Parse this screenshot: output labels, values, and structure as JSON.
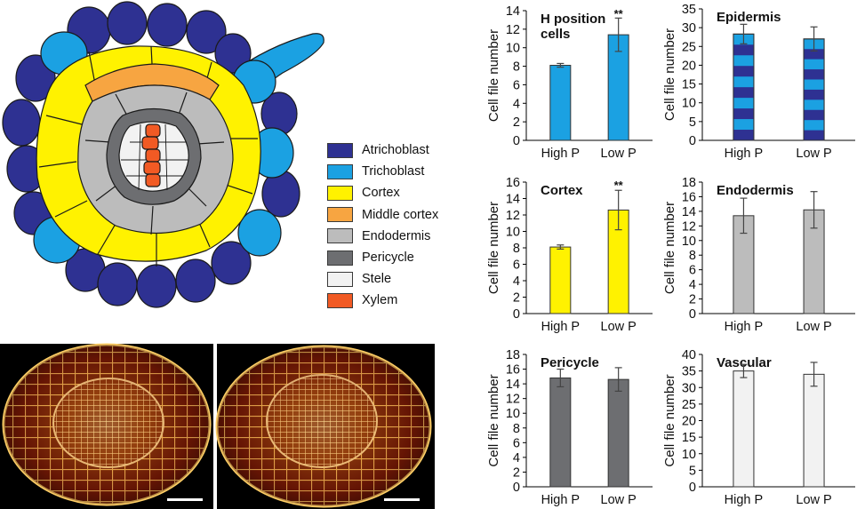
{
  "legend": {
    "items": [
      {
        "label": "Atrichoblast",
        "color": "#2e3192"
      },
      {
        "label": "Trichoblast",
        "color": "#1ba1e2"
      },
      {
        "label": "Cortex",
        "color": "#fff200"
      },
      {
        "label": "Middle cortex",
        "color": "#f7a541"
      },
      {
        "label": "Endodermis",
        "color": "#bcbcbc"
      },
      {
        "label": "Pericycle",
        "color": "#6d6e71"
      },
      {
        "label": "Stele",
        "color": "#f2f2f2"
      },
      {
        "label": "Xylem",
        "color": "#f15a24"
      }
    ]
  },
  "chart_data": [
    {
      "type": "bar",
      "title": "H position cells",
      "ylabel": "Cell file number",
      "categories": [
        "High P",
        "Low P"
      ],
      "values": [
        8.1,
        11.4
      ],
      "errors": [
        0.2,
        1.8
      ],
      "significance": [
        "",
        "**"
      ],
      "ylim": [
        0,
        14
      ],
      "yticks": [
        0,
        2,
        4,
        6,
        8,
        10,
        12,
        14
      ],
      "color": "#1ba1e2",
      "pattern": "solid"
    },
    {
      "type": "bar",
      "title": "Epidermis",
      "ylabel": "Cell file number",
      "categories": [
        "High P",
        "Low P"
      ],
      "values": [
        28.3,
        27.0
      ],
      "errors": [
        2.6,
        3.2
      ],
      "significance": [
        "",
        ""
      ],
      "ylim": [
        0,
        35
      ],
      "yticks": [
        0,
        5,
        10,
        15,
        20,
        25,
        30,
        35
      ],
      "color": "#1ba1e2",
      "stripe_color": "#2e3192",
      "pattern": "striped"
    },
    {
      "type": "bar",
      "title": "Cortex",
      "ylabel": "Cell file number",
      "categories": [
        "High P",
        "Low P"
      ],
      "values": [
        8.1,
        12.6
      ],
      "errors": [
        0.25,
        2.4
      ],
      "significance": [
        "",
        "**"
      ],
      "ylim": [
        0,
        16
      ],
      "yticks": [
        0,
        2,
        4,
        6,
        8,
        10,
        12,
        14,
        16
      ],
      "color": "#fff200",
      "pattern": "solid"
    },
    {
      "type": "bar",
      "title": "Endodermis",
      "ylabel": "Cell file number",
      "categories": [
        "High P",
        "Low P"
      ],
      "values": [
        13.4,
        14.2
      ],
      "errors": [
        2.4,
        2.5
      ],
      "significance": [
        "",
        ""
      ],
      "ylim": [
        0,
        18
      ],
      "yticks": [
        0,
        2,
        4,
        6,
        8,
        10,
        12,
        14,
        16,
        18
      ],
      "color": "#bcbcbc",
      "pattern": "solid"
    },
    {
      "type": "bar",
      "title": "Pericycle",
      "ylabel": "Cell file number",
      "categories": [
        "High P",
        "Low P"
      ],
      "values": [
        14.8,
        14.6
      ],
      "errors": [
        1.2,
        1.6
      ],
      "significance": [
        "",
        ""
      ],
      "ylim": [
        0,
        18
      ],
      "yticks": [
        0,
        2,
        4,
        6,
        8,
        10,
        12,
        14,
        16,
        18
      ],
      "color": "#6d6e71",
      "pattern": "solid"
    },
    {
      "type": "bar",
      "title": "Vascular",
      "ylabel": "Cell file number",
      "categories": [
        "High P",
        "Low P"
      ],
      "values": [
        35.0,
        34.0
      ],
      "errors": [
        2.0,
        3.6
      ],
      "significance": [
        "",
        ""
      ],
      "ylim": [
        0,
        40
      ],
      "yticks": [
        0,
        5,
        10,
        15,
        20,
        25,
        30,
        35,
        40
      ],
      "color": "#f2f2f2",
      "pattern": "solid"
    }
  ]
}
